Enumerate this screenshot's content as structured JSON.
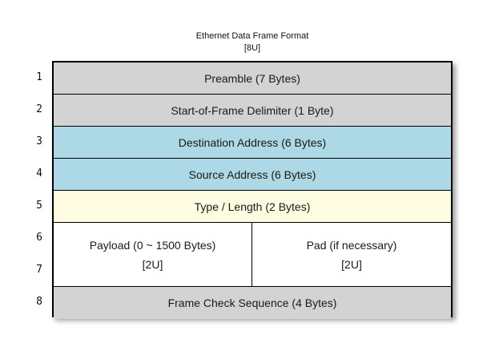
{
  "title": "Ethernet Data Frame Format",
  "subtitle": "[8U]",
  "colors": {
    "gray": "#d3d3d3",
    "blue": "#add8e6",
    "yellow": "#fffde1",
    "white": "#ffffff",
    "border": "#000000"
  },
  "rows": [
    {
      "num": "1",
      "label": "Preamble (7 Bytes)",
      "color": "gray"
    },
    {
      "num": "2",
      "label": "Start-of-Frame Delimiter (1 Byte)",
      "color": "gray"
    },
    {
      "num": "3",
      "label": "Destination Address (6 Bytes)",
      "color": "blue"
    },
    {
      "num": "4",
      "label": "Source Address (6 Bytes)",
      "color": "blue"
    },
    {
      "num": "5",
      "label": "Type / Length (2 Bytes)",
      "color": "yellow"
    },
    {
      "num": "6",
      "label": "",
      "color": "white"
    },
    {
      "num": "7",
      "label": "",
      "color": "white"
    },
    {
      "num": "8",
      "label": "Frame Check Sequence (4 Bytes)",
      "color": "gray"
    }
  ],
  "payload_cell": {
    "line1": "Payload (0 ~ 1500 Bytes)",
    "line2": "[2U]"
  },
  "pad_cell": {
    "line1": "Pad (if necessary)",
    "line2": "[2U]"
  }
}
